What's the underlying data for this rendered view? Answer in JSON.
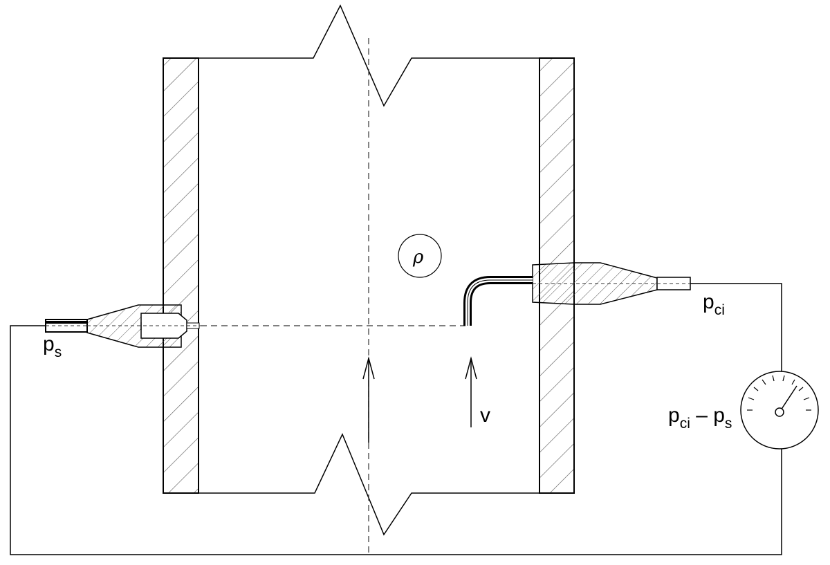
{
  "labels": {
    "static_pressure": {
      "base": "p",
      "sub": "s"
    },
    "total_pressure": {
      "base": "p",
      "sub": "ci"
    },
    "gauge_reading": {
      "base1": "p",
      "sub1": "ci",
      "dash": " – ",
      "base2": "p",
      "sub2": "s"
    },
    "density_symbol": "ρ",
    "velocity_symbol": "v"
  },
  "colors": {
    "line": "#000000",
    "hatch": "#555555",
    "dashed": "#333333"
  }
}
